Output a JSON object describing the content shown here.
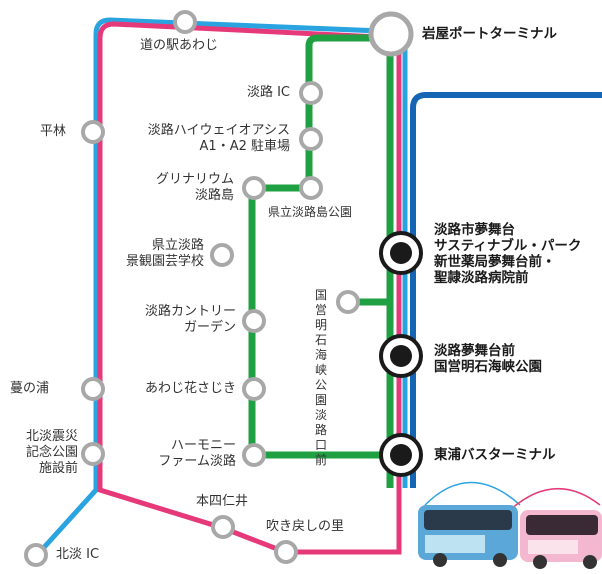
{
  "map": {
    "line_colors": {
      "outer_pink": "#e6397a",
      "outer_blue": "#2aa4e0",
      "green": "#1fa043",
      "dark_blue": "#1565b5",
      "stop_stroke": "#a8a8a8",
      "major_fill": "#1a1a1a"
    },
    "stations": {
      "michinoeki_awaji": "道の駅あわじ",
      "iwaya_port": "岩屋ポートターミナル",
      "awaji_ic": "淡路 IC",
      "awaji_highway_oasis": [
        "淡路ハイウェイオアシス",
        "A1・A2 駐車場"
      ],
      "hirabayashi": "平林",
      "gurinariumu": [
        "グリナリウム",
        "淡路島"
      ],
      "kenritsu_awajishima_koen": "県立淡路島公園",
      "kenritsu_keikanen": [
        "県立淡路",
        "景観園芸学校"
      ],
      "yumebutai_sustainable": [
        "淡路市夢舞台",
        "サスティナブル・パーク",
        "新世薬局夢舞台前・",
        "聖隷淡路病院前"
      ],
      "kokuei_awaji_guchi": "国営明石海峡公園淡路口前",
      "country_garden": [
        "淡路カントリー",
        "ガーデン"
      ],
      "yumebutai_mae": [
        "淡路夢舞台前",
        "国営明石海峡公園"
      ],
      "tsutanoura": "蔓の浦",
      "awaji_hanasajiki": "あわじ花さじき",
      "hokudan_shinsai": [
        "北淡震災",
        "記念公園",
        "施設前"
      ],
      "harmony_farm": [
        "ハーモニー",
        "ファーム淡路"
      ],
      "higashiura_bus_terminal": "東浦バスターミナル",
      "honshi_nii": "本四仁井",
      "fukimodoshi": "吹き戻しの里",
      "hokudan_ic": "北淡 IC"
    },
    "buses_image": "buses-illustration"
  }
}
